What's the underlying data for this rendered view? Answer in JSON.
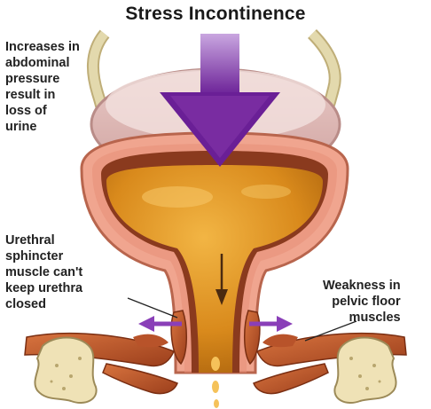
{
  "title": "Stress Incontinence",
  "labels": {
    "abdominal_pressure": [
      "Increases in",
      "abdominal",
      "pressure",
      "result in",
      "loss of",
      "urine"
    ],
    "urethral_sphincter": [
      "Urethral",
      "sphincter",
      "muscle can't",
      "keep urethra",
      "closed"
    ],
    "pelvic_floor": [
      "Weakness in",
      "pelvic floor",
      "muscles"
    ]
  },
  "colors": {
    "pressure_arrow": "#7b2fa3",
    "side_arrows": "#8a3fb8",
    "urine": "#d98a1c",
    "bladder_wall": "#e8a08a",
    "muscle": "#c05a30",
    "bone": "#efe2b6",
    "ureter": "#d8cfa2"
  },
  "icons": {
    "pressure": "down-arrow-icon",
    "outward": "left-right-arrow-icon"
  }
}
